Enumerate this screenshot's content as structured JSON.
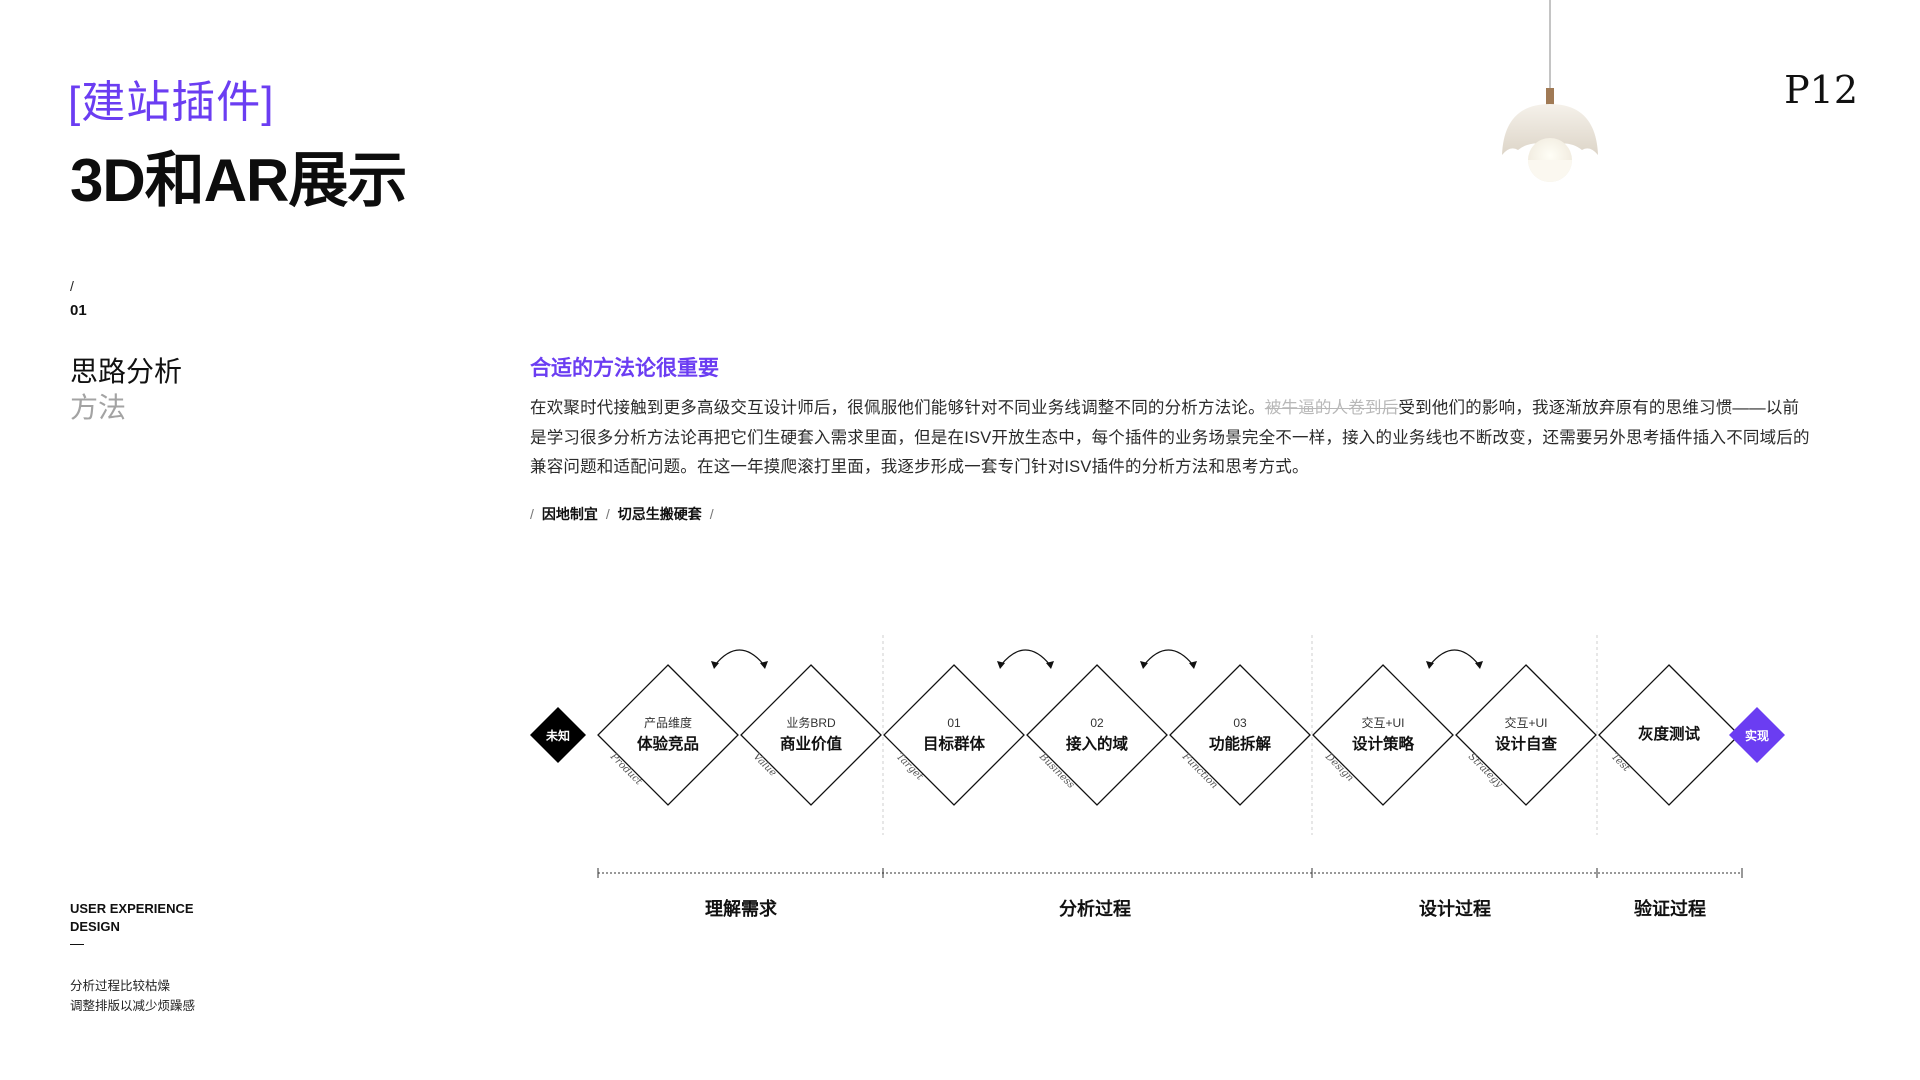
{
  "header": {
    "tag_left": "[",
    "tag_text": "建站插件",
    "tag_right": "]",
    "title": "3D和AR展示",
    "page_number": "P12"
  },
  "section": {
    "slash": "/",
    "number": "01",
    "title": "思路分析",
    "subtitle": "方法"
  },
  "content": {
    "heading": "合适的方法论很重要",
    "para_part1": "在欢聚时代接触到更多高级交互设计师后，很佩服他们能够针对不同业务线调整不同的分析方法论。",
    "para_strike": "被牛逼的人卷到后",
    "para_part2": "受到他们的影响，我逐渐放弃原有的思维习惯——以前是学习很多分析方法论再把它们生硬套入需求里面，但是在ISV开放生态中，每个插件的业务场景完全不一样，接入的业务线也不断改变，还需要另外思考插件插入不同域后的兼容问题和适配问题。在这一年摸爬滚打里面，我逐步形成一套专门针对ISV插件的分析方法和思考方式。",
    "keywords": [
      "因地制宜",
      "切忌生搬硬套"
    ]
  },
  "diagram": {
    "start_label": "未知",
    "end_label": "实现",
    "accent_color": "#6b3df2",
    "nodes": [
      {
        "small": "产品维度",
        "main": "体验竞品",
        "en": "Product"
      },
      {
        "small": "业务BRD",
        "main": "商业价值",
        "en": "Value"
      },
      {
        "small": "01",
        "main": "目标群体",
        "en": "Target"
      },
      {
        "small": "02",
        "main": "接入的域",
        "en": "Business"
      },
      {
        "small": "03",
        "main": "功能拆解",
        "en": "Function"
      },
      {
        "small": "交互+UI",
        "main": "设计策略",
        "en": "Design"
      },
      {
        "small": "交互+UI",
        "main": "设计自查",
        "en": "Strategy"
      },
      {
        "small": "",
        "main": "灰度测试",
        "en": "Test"
      }
    ],
    "phases": [
      "理解需求",
      "分析过程",
      "设计过程",
      "验证过程"
    ]
  },
  "footer": {
    "line1": "USER EXPERIENCE",
    "line2": "DESIGN",
    "note1": "分析过程比较枯燥",
    "note2": "调整排版以减少烦躁感"
  }
}
